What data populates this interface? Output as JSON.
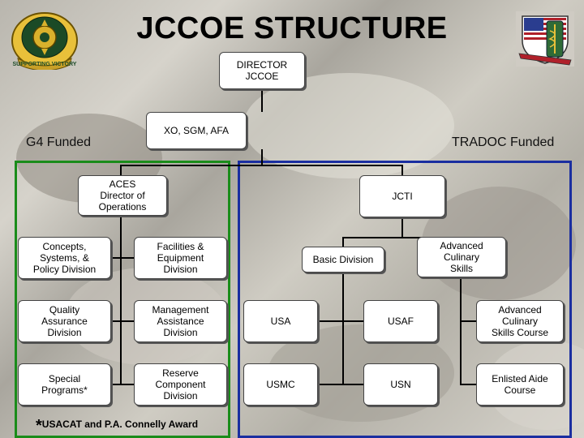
{
  "title": "JCCOE STRUCTURE",
  "left_logo": {
    "ring_text": "SUPPORTING VICTORY",
    "icon": "quartermaster-crest-icon"
  },
  "right_logo": {
    "icon": "shield-emblem-icon"
  },
  "funding": {
    "left": "G4 Funded",
    "right": "TRADOC Funded"
  },
  "colors": {
    "g4_frame": "#1a8c1a",
    "tradoc_frame": "#1a2ea0",
    "box_border": "#444444"
  },
  "boxes": {
    "director": "DIRECTOR\nJCCOE",
    "xo": "XO, SGM, AFA",
    "aces": "ACES\nDirector of\nOperations",
    "jcti": "JCTI",
    "concepts": "Concepts,\nSystems, &\nPolicy Division",
    "facilities": "Facilities &\nEquipment\nDivision",
    "quality": "Quality\nAssurance\nDivision",
    "management": "Management\nAssistance\nDivision",
    "special": "Special\nPrograms*",
    "reserve": "Reserve\nComponent\nDivision",
    "basic": "Basic Division",
    "advanced": "Advanced\nCulinary\nSkills",
    "usa": "USA",
    "usaf": "USAF",
    "usmc": "USMC",
    "usn": "USN",
    "advanced_course": "Advanced\nCulinary\nSkills Course",
    "enlisted": "Enlisted Aide\nCourse"
  },
  "footnote": {
    "star": "*",
    "text": "USACAT and P.A. Connelly Award"
  }
}
